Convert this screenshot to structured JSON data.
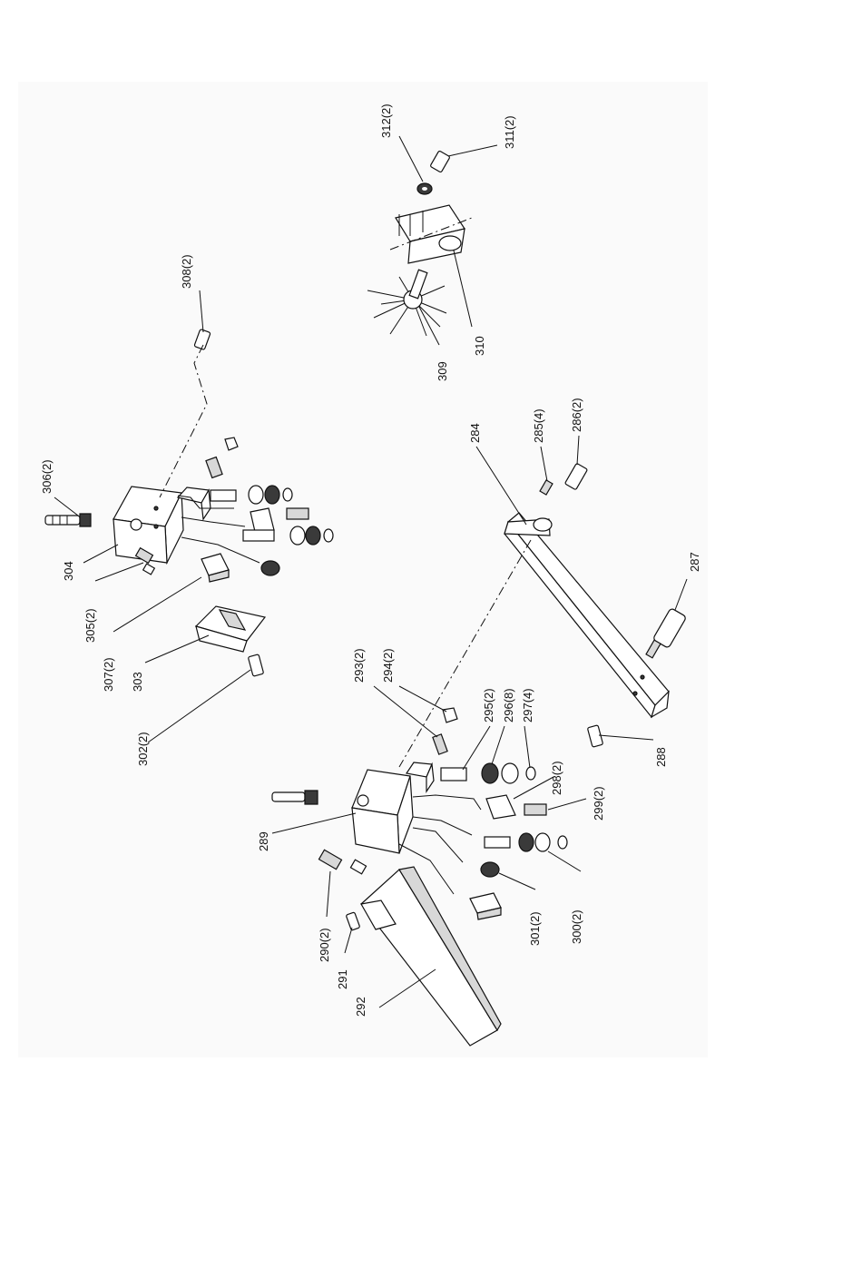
{
  "diagram": {
    "labels": {
      "l284": "284",
      "l285": "285(4)",
      "l286": "286(2)",
      "l287": "287",
      "l288": "288",
      "l289": "289",
      "l290": "290(2)",
      "l291": "291",
      "l292": "292",
      "l293": "293(2)",
      "l294": "294(2)",
      "l295": "295(2)",
      "l296": "296(8)",
      "l297": "297(4)",
      "l298": "298(2)",
      "l299": "299(2)",
      "l300": "300(2)",
      "l301": "301(2)",
      "l302": "302(2)",
      "l303": "303",
      "l304": "304",
      "l305": "305(2)",
      "l306": "306(2)",
      "l307": "307(2)",
      "l308": "308(2)",
      "l309": "309",
      "l310": "310",
      "l311": "311(2)",
      "l312": "312(2)"
    }
  }
}
